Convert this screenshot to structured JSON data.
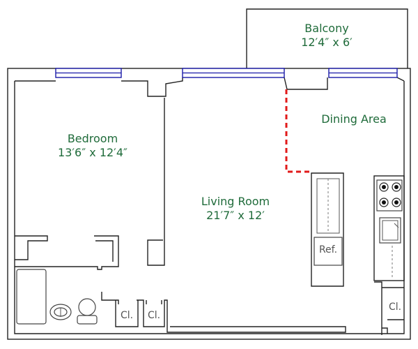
{
  "rooms": {
    "balcony": {
      "name": "Balcony",
      "size": "12′4″ x 6′"
    },
    "dining": {
      "name": "Dining Area"
    },
    "bedroom": {
      "name": "Bedroom",
      "size": "13′6″ x 12′4″"
    },
    "living": {
      "name": "Living Room",
      "size": "21′7″ x 12′"
    }
  },
  "labels": {
    "refrigerator": "Ref.",
    "closet_1": "Cl.",
    "closet_2": "Cl.",
    "closet_3": "Cl."
  },
  "colors": {
    "room_text": "#1f6b3a",
    "window": "#1a1aa8",
    "divider": "#e11a1a",
    "wall": "#222222"
  }
}
